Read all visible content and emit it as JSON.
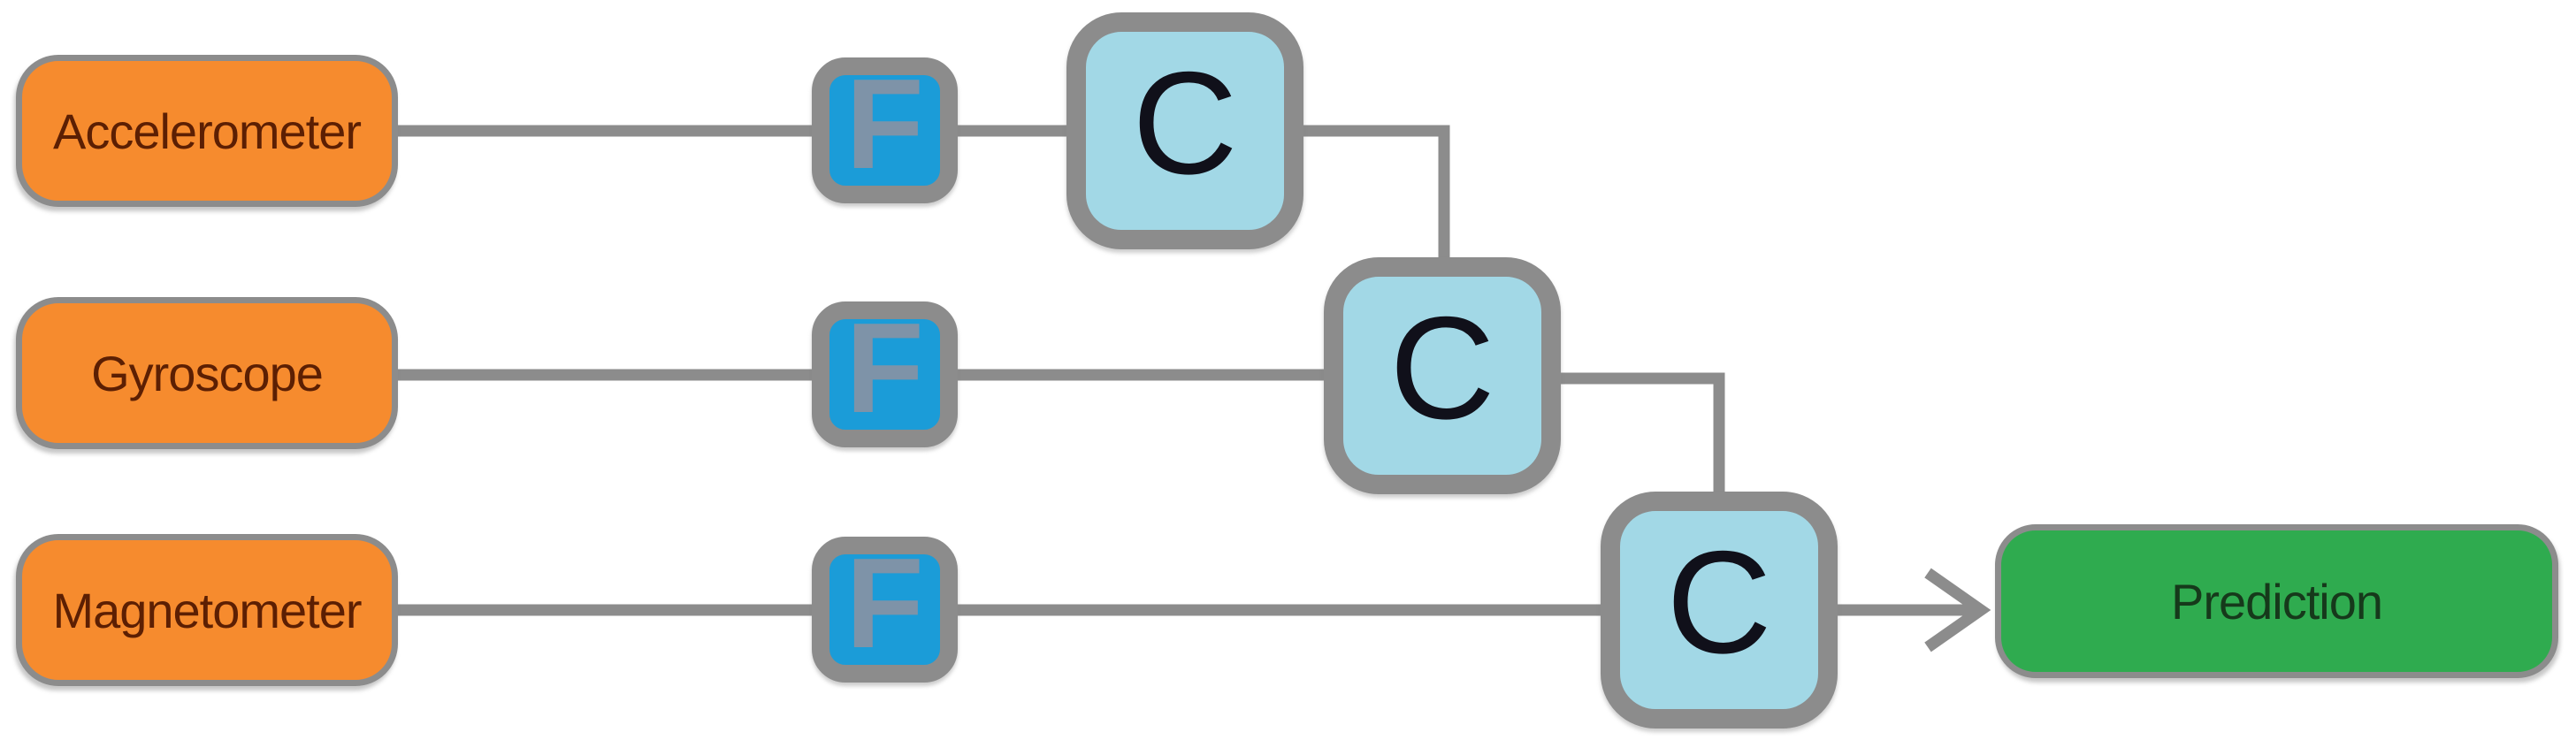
{
  "sensors": [
    {
      "label": "Accelerometer"
    },
    {
      "label": "Gyroscope"
    },
    {
      "label": "Magnetometer"
    }
  ],
  "fusion": {
    "feature_blocks": [
      {
        "label": "F"
      },
      {
        "label": "F"
      },
      {
        "label": "F"
      }
    ],
    "combine_blocks": [
      {
        "label": "C"
      },
      {
        "label": "C"
      },
      {
        "label": "C"
      }
    ]
  },
  "output": {
    "label": "Prediction"
  },
  "colors": {
    "sensor_fill": "#F68B2E",
    "sensor_text": "#5C1F03",
    "feature_fill": "#1B9CD8",
    "feature_text": "#7E93A8",
    "concat_fill": "#A2D8E6",
    "concat_text": "#10101A",
    "output_fill": "#2FAB4F",
    "output_text": "#16391B",
    "line": "#8C8C8C",
    "border": "#8C8C8C"
  }
}
